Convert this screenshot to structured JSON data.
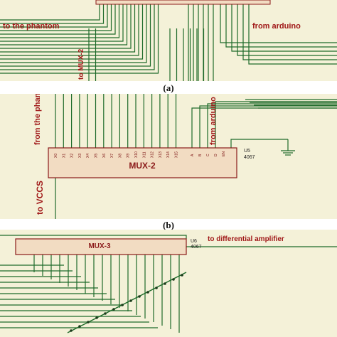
{
  "panel_a": {
    "label_phantom": "to the phantom",
    "label_arduino": "from arduino",
    "label_mux": "to MUX-2"
  },
  "caption_a": "(a)",
  "panel_b": {
    "label_phantom": "from the phantom",
    "label_arduino": "from arduino",
    "label_vccs": "to VCCS",
    "chip_name": "MUX-2",
    "chip_ref": "U5",
    "chip_part": "4067",
    "pins_x": [
      "X0",
      "X1",
      "X2",
      "X3",
      "X4",
      "X5",
      "X6",
      "X7",
      "X8",
      "X9",
      "X10",
      "X11",
      "X12",
      "X13",
      "X14",
      "X15"
    ],
    "pins_ctrl": [
      "A",
      "B",
      "C",
      "D",
      "EN"
    ]
  },
  "caption_b": "(b)",
  "panel_c": {
    "chip_name": "MUX-3",
    "chip_ref": "U6",
    "chip_part": "4067",
    "label_amp": "to differential amplifier"
  },
  "colors": {
    "background": "#f4f1d8",
    "wire": "#1e6b2a",
    "chip_fill": "#f2dcc2",
    "chip_border": "#8b1a1a",
    "label": "#a01818"
  }
}
